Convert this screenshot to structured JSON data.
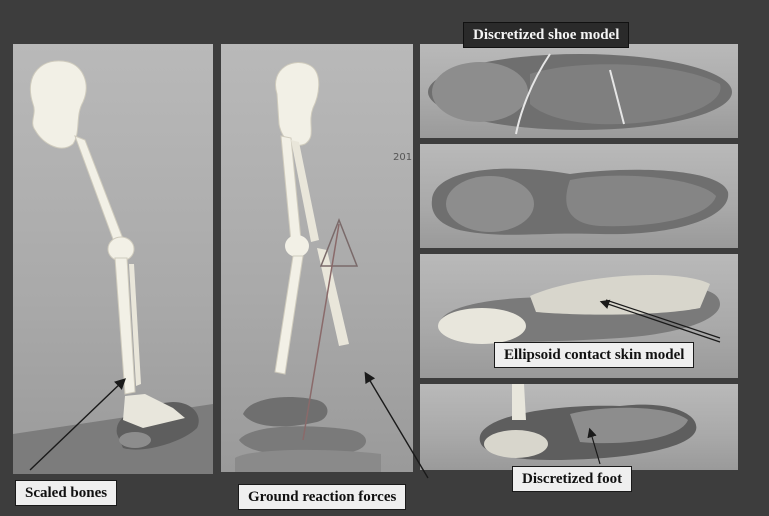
{
  "labels": {
    "scaled_bones": "Scaled bones",
    "ground_reaction_forces": "Ground reaction forces",
    "discretized_shoe_model": "Discretized shoe model",
    "ellipsoid_contact_skin_model": "Ellipsoid contact skin model",
    "discretized_foot": "Discretized foot",
    "marker_number": "201"
  },
  "colors": {
    "frame": "#3d3d3d",
    "panel_bg": "#b0b0b0",
    "bone": "#f2f0e6",
    "shoe_outer": "#6f6f6f",
    "shoe_inner": "#8d8d8d",
    "foot_dark": "#5e5e5e",
    "label_bg": "#efefef",
    "arrow": "#1a1a1a"
  }
}
